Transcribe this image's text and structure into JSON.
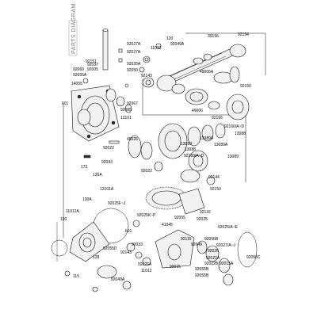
{
  "diagram": {
    "watermark": "PARTS DIAGRAM",
    "callouts": [
      {
        "id": "c1",
        "text": "92027A"
      },
      {
        "id": "c2",
        "text": "92027A"
      },
      {
        "id": "c3",
        "text": "120"
      },
      {
        "id": "c4",
        "text": "92049A"
      },
      {
        "id": "c5",
        "text": "39156"
      },
      {
        "id": "c6",
        "text": "92154"
      },
      {
        "id": "c7",
        "text": "11012"
      },
      {
        "id": "c8",
        "text": "92151"
      },
      {
        "id": "c9",
        "text": "92060"
      },
      {
        "id": "c10",
        "text": "92037"
      },
      {
        "id": "c11",
        "text": "92005"
      },
      {
        "id": "c12",
        "text": "92055A"
      },
      {
        "id": "c13",
        "text": "92026A"
      },
      {
        "id": "c14",
        "text": "92050"
      },
      {
        "id": "c15",
        "text": "92143"
      },
      {
        "id": "c16",
        "text": "14055"
      },
      {
        "id": "c17",
        "text": "49006A"
      },
      {
        "id": "c18",
        "text": "92150"
      },
      {
        "id": "c19",
        "text": "601"
      },
      {
        "id": "c20",
        "text": "92067"
      },
      {
        "id": "c21",
        "text": "92065"
      },
      {
        "id": "c22",
        "text": "49006"
      },
      {
        "id": "c23",
        "text": "13101"
      },
      {
        "id": "c24",
        "text": "92166"
      },
      {
        "id": "c25",
        "text": "92160/A~D"
      },
      {
        "id": "c26",
        "text": "13088"
      },
      {
        "id": "c27",
        "text": "13089A"
      },
      {
        "id": "c28",
        "text": "49026"
      },
      {
        "id": "c29",
        "text": "13089"
      },
      {
        "id": "c30",
        "text": "13089A"
      },
      {
        "id": "c31",
        "text": "92022"
      },
      {
        "id": "c32",
        "text": "13088"
      },
      {
        "id": "c33",
        "text": "92160/A~D"
      },
      {
        "id": "c34",
        "text": "13089"
      },
      {
        "id": "c35",
        "text": "92043"
      },
      {
        "id": "c36",
        "text": "172"
      },
      {
        "id": "c37",
        "text": "130A"
      },
      {
        "id": "c38",
        "text": "92022"
      },
      {
        "id": "c39",
        "text": "92144"
      },
      {
        "id": "c40",
        "text": "13101A"
      },
      {
        "id": "c41",
        "text": "92150"
      },
      {
        "id": "c42",
        "text": "130A"
      },
      {
        "id": "c43",
        "text": "92025F~J"
      },
      {
        "id": "c44",
        "text": "92116"
      },
      {
        "id": "c45",
        "text": "11012A"
      },
      {
        "id": "c46",
        "text": "92025K~P"
      },
      {
        "id": "c47",
        "text": "92055"
      },
      {
        "id": "c48",
        "text": "92025"
      },
      {
        "id": "c49",
        "text": "130"
      },
      {
        "id": "c50",
        "text": "41045"
      },
      {
        "id": "c51",
        "text": "92025/A~E"
      },
      {
        "id": "c52",
        "text": "601"
      },
      {
        "id": "c53",
        "text": "92033"
      },
      {
        "id": "c54",
        "text": "92115"
      },
      {
        "id": "c55",
        "text": "92049"
      },
      {
        "id": "c56",
        "text": "92055B"
      },
      {
        "id": "c57",
        "text": "92026"
      },
      {
        "id": "c58",
        "text": "92022A"
      },
      {
        "id": "c59",
        "text": "92026A"
      },
      {
        "id": "c60",
        "text": "92027/A~J"
      },
      {
        "id": "c61",
        "text": "92015A"
      },
      {
        "id": "c62",
        "text": "92055C"
      },
      {
        "id": "c63",
        "text": "92055B"
      },
      {
        "id": "c64",
        "text": "92143"
      },
      {
        "id": "c65",
        "text": "128"
      },
      {
        "id": "c66",
        "text": "92055D"
      },
      {
        "id": "c67",
        "text": "11012"
      },
      {
        "id": "c68",
        "text": "92015"
      },
      {
        "id": "c69",
        "text": "92055B"
      },
      {
        "id": "c70",
        "text": "92022B"
      },
      {
        "id": "c71",
        "text": "115"
      },
      {
        "id": "c72",
        "text": "92049A"
      }
    ]
  }
}
